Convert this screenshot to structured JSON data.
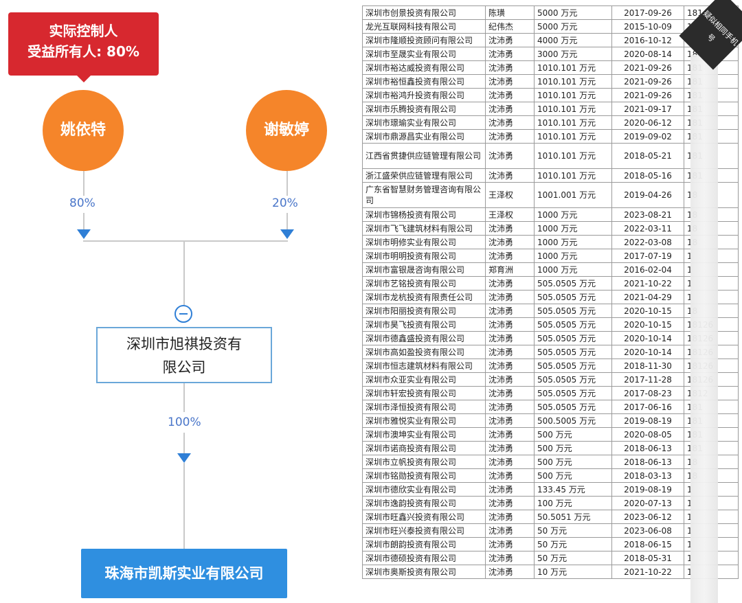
{
  "structure": {
    "tag_line1": "实际控制人",
    "tag_line2": "受益所有人: 80%",
    "holder1": "姚依特",
    "holder2": "谢敏婷",
    "pct1": "80%",
    "pct2": "20%",
    "company": "深圳市旭祺投资有限公司",
    "company_line1": "深圳市旭祺投资有",
    "company_line2": "限公司",
    "pct3": "100%",
    "target": "珠海市凯斯实业有限公司",
    "colors": {
      "tag": "#d7282f",
      "holder": "#f5852a",
      "target": "#2f8fe0",
      "accent": "#2f7fd6"
    }
  },
  "badge": "疑似相同手机号",
  "table": {
    "rows": [
      [
        "深圳市创景投资有限公司",
        "陈璜",
        "5000 万元",
        "2017-09-26",
        "181"
      ],
      [
        "龙光互联网科技有限公司",
        "纪伟杰",
        "5000 万元",
        "2015-10-09",
        "181"
      ],
      [
        "深圳市隆顺投资顾问有限公司",
        "沈沛勇",
        "4000 万元",
        "2016-10-12",
        "18"
      ],
      [
        "深圳市至晟实业有限公司",
        "沈沛勇",
        "3000 万元",
        "2020-08-14",
        "18"
      ],
      [
        "深圳市裕达威投资有限公司",
        "沈沛勇",
        "1010.101 万元",
        "2021-09-26",
        "181"
      ],
      [
        "深圳市裕恒鑫投资有限公司",
        "沈沛勇",
        "1010.101 万元",
        "2021-09-26",
        "181"
      ],
      [
        "深圳市裕鸿升投资有限公司",
        "沈沛勇",
        "1010.101 万元",
        "2021-09-26",
        "181"
      ],
      [
        "深圳市乐腾投资有限公司",
        "沈沛勇",
        "1010.101 万元",
        "2021-09-17",
        "181"
      ],
      [
        "深圳市璟瑜实业有限公司",
        "沈沛勇",
        "1010.101 万元",
        "2020-06-12",
        "181"
      ],
      [
        "深圳市鼎源昌实业有限公司",
        "沈沛勇",
        "1010.101 万元",
        "2019-09-02",
        "181"
      ],
      [
        "江西省贯捷供应链管理有限公司",
        "沈沛勇",
        "1010.101 万元",
        "2018-05-21",
        "181"
      ],
      [
        "浙江盛荣供应链管理有限公司",
        "沈沛勇",
        "1010.101 万元",
        "2018-05-16",
        "181"
      ],
      [
        "广东省智慧财务管理咨询有限公司",
        "王泽权",
        "1001.001 万元",
        "2019-04-26",
        "18"
      ],
      [
        "深圳市锦杨投资有限公司",
        "王泽权",
        "1000 万元",
        "2023-08-21",
        "18"
      ],
      [
        "深圳市飞飞建筑材料有限公司",
        "沈沛勇",
        "1000 万元",
        "2022-03-11",
        "18"
      ],
      [
        "深圳市明修实业有限公司",
        "沈沛勇",
        "1000 万元",
        "2022-03-08",
        "18"
      ],
      [
        "深圳市明明投资有限公司",
        "沈沛勇",
        "1000 万元",
        "2017-07-19",
        "1"
      ],
      [
        "深圳市富银晟咨询有限公司",
        "郑育洲",
        "1000 万元",
        "2016-02-04",
        "1"
      ],
      [
        "深圳市艺铭投资有限公司",
        "沈沛勇",
        "505.0505 万元",
        "2021-10-22",
        "1"
      ],
      [
        "深圳市龙杭投资有限责任公司",
        "沈沛勇",
        "505.0505 万元",
        "2021-04-29",
        "1"
      ],
      [
        "深圳市阳丽投资有限公司",
        "沈沛勇",
        "505.0505 万元",
        "2020-10-15",
        "18"
      ],
      [
        "深圳市昊飞投资有限公司",
        "沈沛勇",
        "505.0505 万元",
        "2020-10-15",
        "18126"
      ],
      [
        "深圳市德鑫盛投资有限公司",
        "沈沛勇",
        "505.0505 万元",
        "2020-10-14",
        "18126"
      ],
      [
        "深圳市高如盈投资有限公司",
        "沈沛勇",
        "505.0505 万元",
        "2020-10-14",
        "18126"
      ],
      [
        "深圳市恒志建筑材料有限公司",
        "沈沛勇",
        "505.0505 万元",
        "2018-11-30",
        "18126"
      ],
      [
        "深圳市众亚实业有限公司",
        "沈沛勇",
        "505.0505 万元",
        "2017-11-28",
        "18126"
      ],
      [
        "深圳市轩宏投资有限公司",
        "沈沛勇",
        "505.0505 万元",
        "2017-08-23",
        "1812"
      ],
      [
        "深圳市泽恒投资有限公司",
        "沈沛勇",
        "505.0505 万元",
        "2017-06-16",
        "181"
      ],
      [
        "深圳市雅悦实业有限公司",
        "沈沛勇",
        "500.5005 万元",
        "2019-08-19",
        "181"
      ],
      [
        "深圳市澳坤实业有限公司",
        "沈沛勇",
        "500 万元",
        "2020-08-05",
        "181"
      ],
      [
        "深圳市诺商投资有限公司",
        "沈沛勇",
        "500 万元",
        "2018-06-13",
        "181"
      ],
      [
        "深圳市立帆投资有限公司",
        "沈沛勇",
        "500 万元",
        "2018-06-13",
        "18"
      ],
      [
        "深圳市铭勋投资有限公司",
        "沈沛勇",
        "500 万元",
        "2018-03-13",
        "18"
      ],
      [
        "深圳市德欣实业有限公司",
        "沈沛勇",
        "133.45 万元",
        "2019-08-19",
        "1"
      ],
      [
        "深圳市逸韵投资有限公司",
        "沈沛勇",
        "100 万元",
        "2020-07-13",
        "1"
      ],
      [
        "深圳市旺鑫兴投资有限公司",
        "沈沛勇",
        "50.5051 万元",
        "2023-06-12",
        "1"
      ],
      [
        "深圳市旺兴泰投资有限公司",
        "沈沛勇",
        "50 万元",
        "2023-06-08",
        "1"
      ],
      [
        "深圳市朗韵投资有限公司",
        "沈沛勇",
        "50 万元",
        "2018-06-15",
        "1"
      ],
      [
        "深圳市德硕投资有限公司",
        "沈沛勇",
        "50 万元",
        "2018-05-31",
        "1"
      ],
      [
        "深圳市奥斯投资有限公司",
        "沈沛勇",
        "10 万元",
        "2021-10-22",
        "1"
      ]
    ]
  }
}
